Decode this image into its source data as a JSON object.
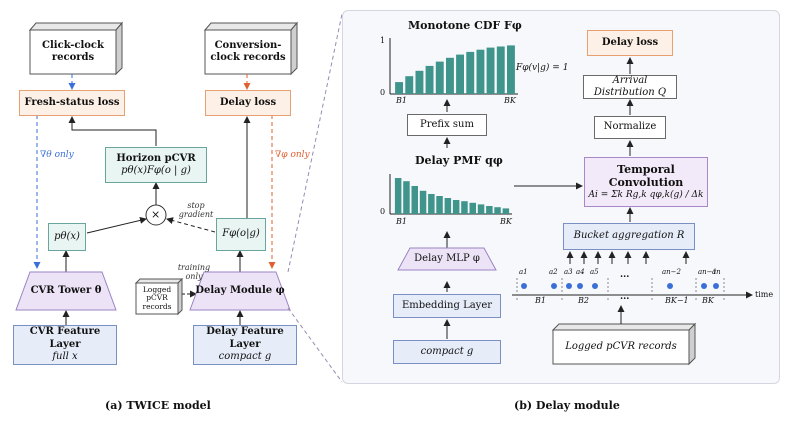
{
  "twice": {
    "click_clock_records": "Click-clock records",
    "conversion_clock_records": "Conversion-clock records",
    "fresh_status_loss": "Fresh-status loss",
    "delay_loss": "Delay loss",
    "grad_theta_only": "∇θ only",
    "grad_phi_only": "∇φ only",
    "horizon_pcvr_title": "Horizon pCVR",
    "horizon_pcvr_formula": "pθ(x)Fφ(o | g)",
    "p_theta": "pθ(x)",
    "f_phi": "Fφ(o|g)",
    "multiply": "×",
    "stop_gradient": "stop gradient",
    "training_only": "training only",
    "logged_records": "Logged pCVR records",
    "cvr_tower": "CVR Tower θ",
    "delay_module": "Delay Module φ",
    "cvr_feature_layer": "CVR Feature Layer",
    "cvr_feature_sub": "full x",
    "delay_feature_layer": "Delay Feature Layer",
    "delay_feature_sub": "compact g",
    "caption": "(a)  TWICE model"
  },
  "delay_module": {
    "monotone_cdf_title": "Monotone CDF Fφ",
    "cdf_equation": "Fφ(v|g) = 1",
    "cdf_y_top": "1",
    "cdf_y_bottom": "0",
    "x_first": "B1",
    "x_last": "BK",
    "prefix_sum": "Prefix sum",
    "delay_pmf_title": "Delay PMF qφ",
    "pmf_y_bottom": "0",
    "delay_mlp": "Delay MLP φ",
    "embedding_layer": "Embedding Layer",
    "compact_g": "compact g",
    "delay_loss": "Delay loss",
    "arrival_distribution": "Arrival Distribution Q",
    "normalize": "Normalize",
    "temporal_convolution": "Temporal Convolution",
    "temporal_formula": "Ai = Σk Rg,k qφ,k(g) / Δk",
    "bucket_aggregation": "Bucket aggregation R",
    "timeline_labels": [
      "a1",
      "a2",
      "a3",
      "a4",
      "a5",
      "an−2",
      "an−1",
      "an"
    ],
    "bucket_labels": [
      "B1",
      "B2",
      "BK−1",
      "BK"
    ],
    "ellipsis": "...",
    "time_label": "time",
    "logged_pcvr_records": "Logged pCVR records",
    "caption": "(b)  Delay module"
  },
  "colors": {
    "teal_bar": "#3f958c",
    "blue_arrow": "#3a6fd8",
    "orange_arrow": "#e06030",
    "dot": "#3a6fd8"
  },
  "chart_data": [
    {
      "type": "bar",
      "title": "Monotone CDF Fφ",
      "categories": [
        "B1",
        "",
        "",
        "",
        "",
        "",
        "",
        "",
        "",
        "",
        "",
        "BK"
      ],
      "values": [
        0.22,
        0.33,
        0.43,
        0.52,
        0.6,
        0.67,
        0.73,
        0.78,
        0.82,
        0.86,
        0.88,
        0.9
      ],
      "ylim": [
        0,
        1
      ]
    },
    {
      "type": "bar",
      "title": "Delay PMF qφ",
      "categories": [
        "B1",
        "",
        "",
        "",
        "",
        "",
        "",
        "",
        "",
        "",
        "",
        "",
        "",
        "BK"
      ],
      "values": [
        0.9,
        0.82,
        0.7,
        0.58,
        0.5,
        0.45,
        0.4,
        0.35,
        0.32,
        0.28,
        0.24,
        0.2,
        0.17,
        0.14
      ],
      "ylim": [
        0,
        1
      ]
    }
  ]
}
